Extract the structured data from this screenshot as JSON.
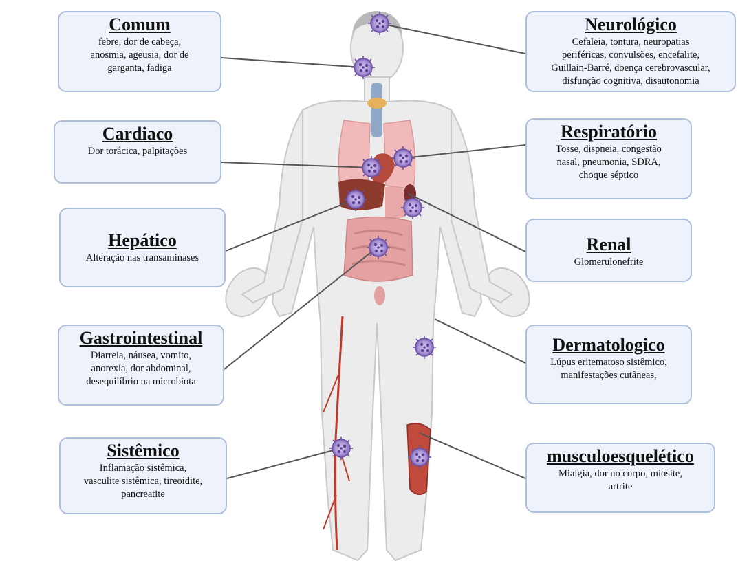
{
  "colors": {
    "box_fill": "#eef3fb",
    "box_border": "#aebfdc",
    "connector": "#555555",
    "virus": "#8b6bbf",
    "body_fill": "#ececec",
    "body_outline": "#c8c8c8",
    "artery": "#c0392b"
  },
  "boxes": {
    "comum": {
      "title": "Comum",
      "lines": [
        "febre, dor de cabeça,",
        "anosmia, ageusia, dor de",
        "garganta, fadiga"
      ]
    },
    "neurologico": {
      "title": "Neurológico",
      "lines": [
        "Cefaleia, tontura, neuropatias",
        "periféricas, convulsões, encefalite,",
        "Guillain-Barré, doença cerebrovascular,",
        "disfunção cognitiva, disautonomia"
      ]
    },
    "cardiaco": {
      "title": "Cardiaco",
      "lines": [
        "Dor torácica, palpitações"
      ]
    },
    "respiratorio": {
      "title": "Respiratório",
      "lines": [
        "Tosse, dispneia, congestão",
        "nasal, pneumonia, SDRA,",
        "choque séptico"
      ]
    },
    "hepatico": {
      "title": "Hepático",
      "lines": [
        "Alteração nas transaminases"
      ]
    },
    "renal": {
      "title": "Renal",
      "lines": [
        "Glomerulonefrite"
      ]
    },
    "gastrointestinal": {
      "title": "Gastrointestinal",
      "lines": [
        "Diarreia, náusea, vomito,",
        "anorexia, dor abdominal,",
        "desequilíbrio na microbiota"
      ]
    },
    "dermatologico": {
      "title": "Dermatologico",
      "lines": [
        "Lúpus eritematoso sistêmico,",
        "manifestações cutâneas,"
      ]
    },
    "sistemico": {
      "title": "Sistêmico",
      "lines": [
        "Inflamação sistêmica,",
        "vasculite sistêmica, tireoidite,",
        "pancreatite"
      ]
    },
    "musculoesqueletico": {
      "title": "musculoesquelético",
      "lines": [
        "Mialgia, dor no corpo, miosite,",
        "artrite"
      ]
    }
  },
  "virus_sites": [
    "brain",
    "throat",
    "heart",
    "lung",
    "liver",
    "kidney",
    "intestine",
    "skin",
    "vessel",
    "muscle"
  ]
}
